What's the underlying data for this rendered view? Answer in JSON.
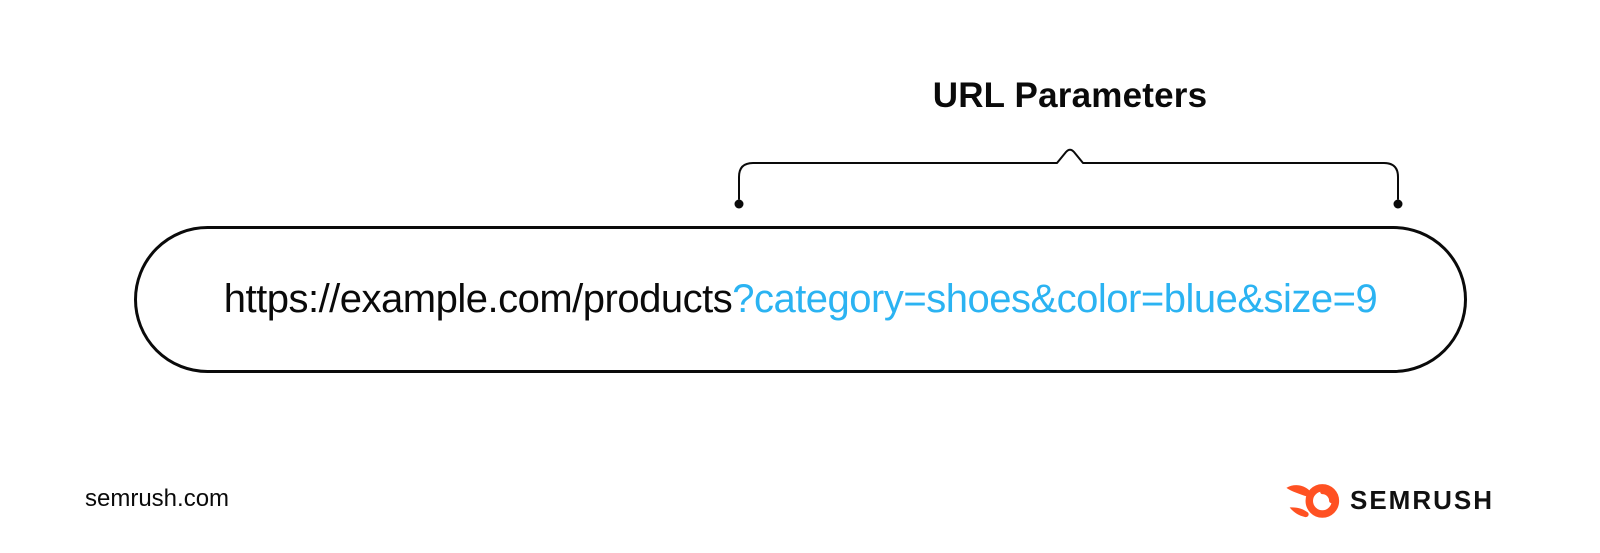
{
  "colors": {
    "ink": "#0a0a0a",
    "param_blue": "#2BB3F2",
    "brand_orange": "#FF5122"
  },
  "diagram": {
    "title": "URL Parameters",
    "url": {
      "base": "https://example.com/products",
      "params": "?category=shoes&color=blue&size=9"
    }
  },
  "footer": {
    "site": "semrush.com",
    "brand": "SEMRUSH"
  }
}
